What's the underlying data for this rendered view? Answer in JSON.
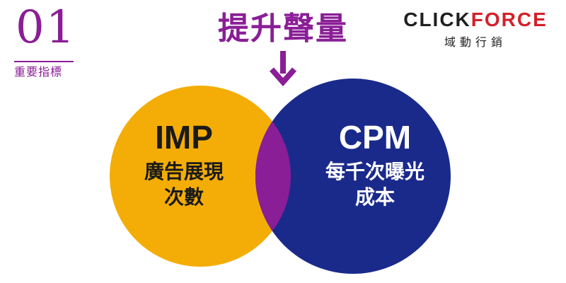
{
  "index": {
    "number": "01",
    "label": "重要指標"
  },
  "title": "提升聲量",
  "brand": {
    "word_a": "CLICK",
    "word_b": "FORCE",
    "tagline": "域動行銷"
  },
  "venn": {
    "left": {
      "heading": "IMP",
      "line1": "廣告展現",
      "line2": "次數",
      "color": "#f4ad06"
    },
    "right": {
      "heading": "CPM",
      "line1": "每千次曝光",
      "line2": "成本",
      "color": "#1a2a8b"
    },
    "overlap_color": "#8a1e96"
  },
  "colors": {
    "accent": "#8a1e96",
    "brand_red": "#d3202a",
    "text_dark": "#1f1f1f"
  },
  "icons": {
    "arrow": "arrow-down-icon"
  }
}
